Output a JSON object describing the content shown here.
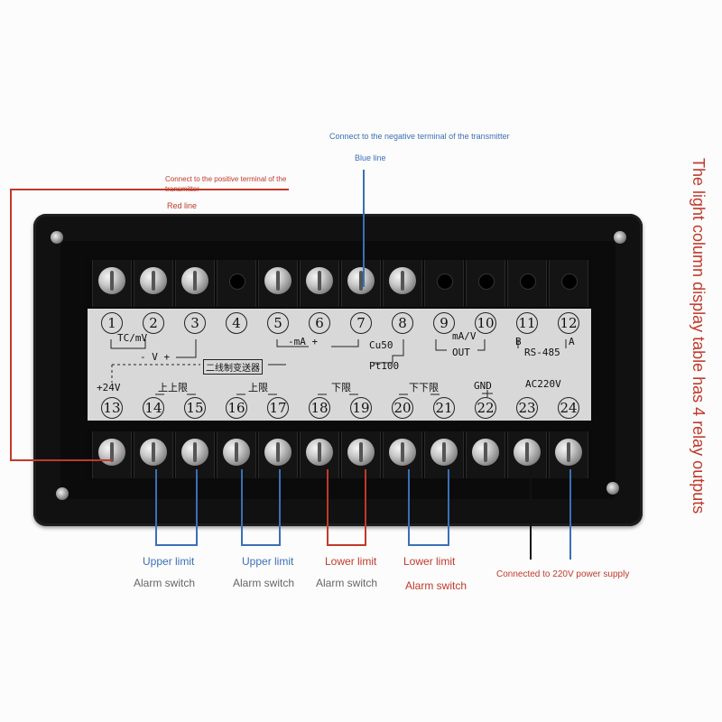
{
  "annotations": {
    "positive_terminal": "Connect to the positive terminal of the transmitter",
    "red_line": "Red line",
    "negative_terminal": "Connect to the negative terminal of the transmitter",
    "blue_line": "Blue line",
    "side_title": "The light column display table has 4 relay outputs",
    "power_supply": "Connected to 220V power supply"
  },
  "bottom_captions": [
    {
      "limit": "Upper limit",
      "switch": "Alarm switch"
    },
    {
      "limit": "Upper limit",
      "switch": "Alarm switch"
    },
    {
      "limit": "Lower limit",
      "switch": "Alarm switch"
    },
    {
      "limit": "Lower limit",
      "switch": "Alarm switch"
    }
  ],
  "label_panel": {
    "top_numbers": [
      "1",
      "2",
      "3",
      "4",
      "5",
      "6",
      "7",
      "8",
      "9",
      "10",
      "11",
      "12"
    ],
    "bottom_numbers": [
      "13",
      "14",
      "15",
      "16",
      "17",
      "18",
      "19",
      "20",
      "21",
      "22",
      "23",
      "24"
    ],
    "tc_mv": "TC/mV",
    "v": "- V +",
    "ma": "-mA +",
    "cu50": "Cu50",
    "pt100": "Pt100",
    "ma_v": "mA/V",
    "out": "OUT",
    "b": "B",
    "a": "A",
    "rs485": "RS-485",
    "transmitter": "二线制变送器",
    "plus24v": "+24V",
    "upper_upper": "上上限",
    "upper": "上限",
    "lower": "下限",
    "lower_lower": "下下限",
    "gnd": "GND",
    "ac220v": "AC220V"
  },
  "colors": {
    "red_wire": "#c0392b",
    "blue_wire": "#3b6fb6",
    "black_wire": "#111111"
  }
}
